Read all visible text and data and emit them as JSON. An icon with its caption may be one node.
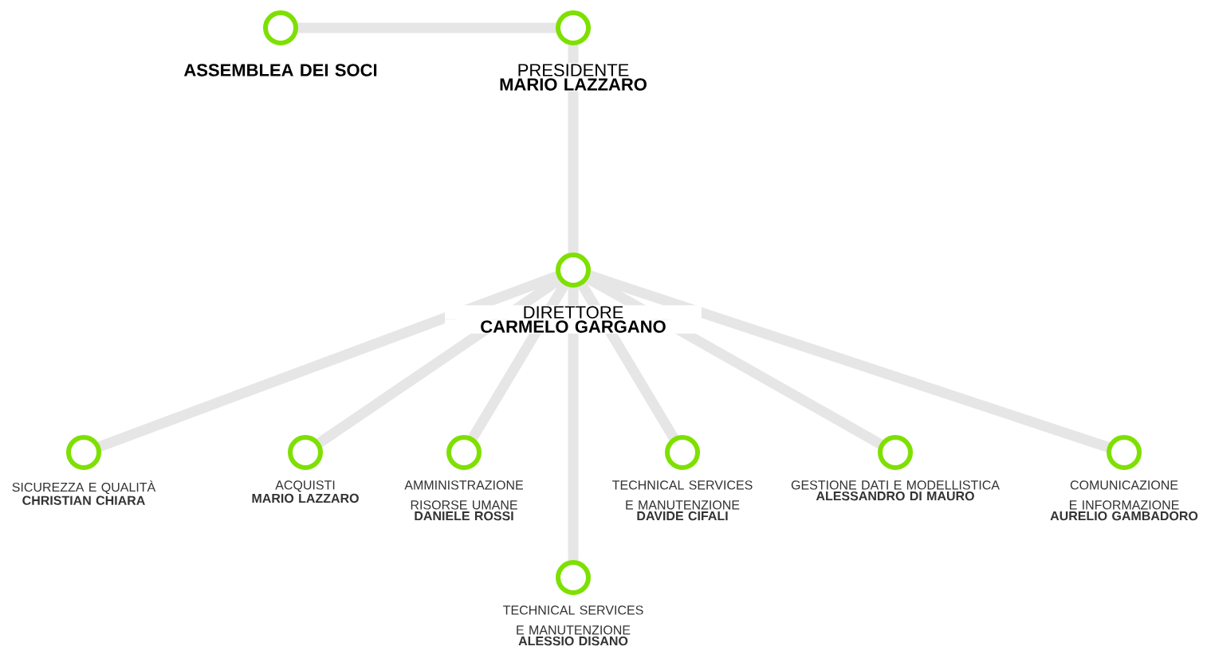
{
  "diagram": {
    "nodes": [
      {
        "text": [
          "ASSEMBLEA DEI SOCI"
        ]
      },
      {
        "text": [
          "PRESIDENTE",
          "MARIO LAZZARO"
        ]
      },
      {
        "text": [
          "DIRETTORE",
          "CARMELO GARGANO"
        ]
      },
      {
        "text": [
          "SICUREZZA E QUALITÀ",
          "CHRISTIAN CHIARA"
        ]
      },
      {
        "text": [
          "ACQUISTI",
          "MARIO LAZZARO"
        ]
      },
      {
        "text": [
          "AMMINISTRAZIONE RISORSE UMANE",
          "DANIELE ROSSI"
        ]
      },
      {
        "text": [
          "TECHNICAL SERVICES E MANUTENZIONE",
          "DAVIDE CIFALI"
        ]
      },
      {
        "text": [
          "GESTIONE DATI E MODELLISTICA",
          "ALESSANDRO DI MAURO"
        ]
      },
      {
        "text": [
          "COMUNICAZIONE E INFORMAZIONE",
          "AURELIO GAMBADORO"
        ]
      },
      {
        "text": [
          "TECHNICAL SERVICES E MANUTENZIONE",
          "ALESSIO DISANO"
        ]
      }
    ],
    "edges": [
      {
        "from": 0,
        "to": 1,
        "arrow": "none"
      },
      {
        "from": 1,
        "to": 2,
        "arrow": "none"
      },
      {
        "from": 2,
        "to": 3,
        "arrow": "none"
      },
      {
        "from": 2,
        "to": 4,
        "arrow": "none"
      },
      {
        "from": 2,
        "to": 5,
        "arrow": "none"
      },
      {
        "from": 2,
        "to": 6,
        "arrow": "none"
      },
      {
        "from": 2,
        "to": 7,
        "arrow": "none"
      },
      {
        "from": 2,
        "to": 8,
        "arrow": "none"
      },
      {
        "from": 2,
        "to": 9,
        "arrow": "none"
      }
    ]
  }
}
